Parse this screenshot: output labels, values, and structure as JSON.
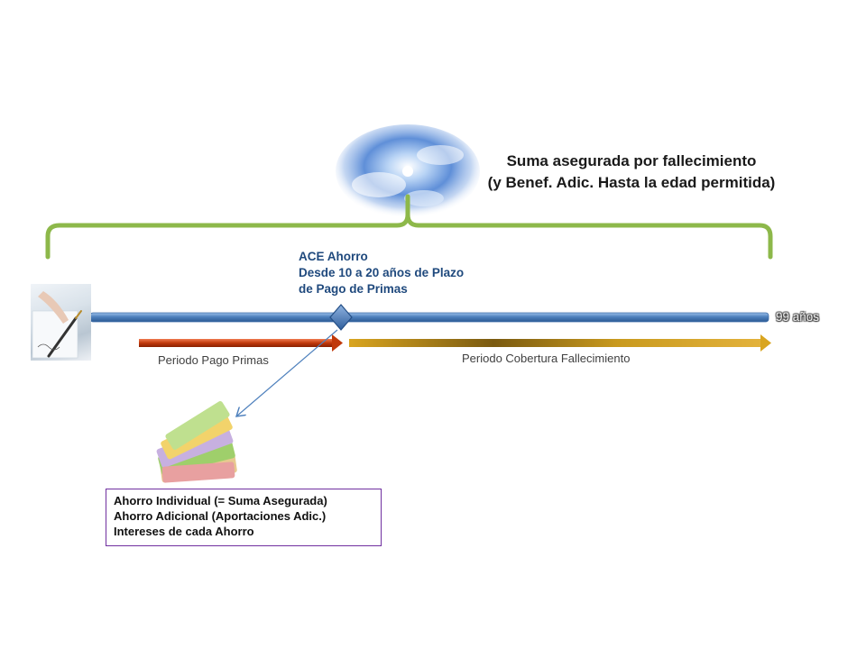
{
  "title": {
    "line1": "Suma asegurada por fallecimiento",
    "line2": "(y Benef. Adic. Hasta la edad permitida)"
  },
  "product": {
    "name": "ACE Ahorro",
    "line2": "Desde 10 a 20 años de Plazo",
    "line3": "de Pago de Primas"
  },
  "timeline": {
    "end_label": "99 años"
  },
  "periods": {
    "payment_label": "Periodo Pago Primas",
    "coverage_label": "Periodo Cobertura Fallecimiento"
  },
  "savings": {
    "line1": "Ahorro Individual (= Suma Asegurada)",
    "line2": "Ahorro Adicional (Aportaciones Adic.)",
    "line3": "Intereses de cada Ahorro"
  },
  "colors": {
    "brace": "#8db84a",
    "timeline": "#4f81bd",
    "payment_arrow": "#c0390b",
    "coverage_arrow": "#b8860b",
    "product_text": "#1f497d",
    "box_border": "#7030a0"
  }
}
